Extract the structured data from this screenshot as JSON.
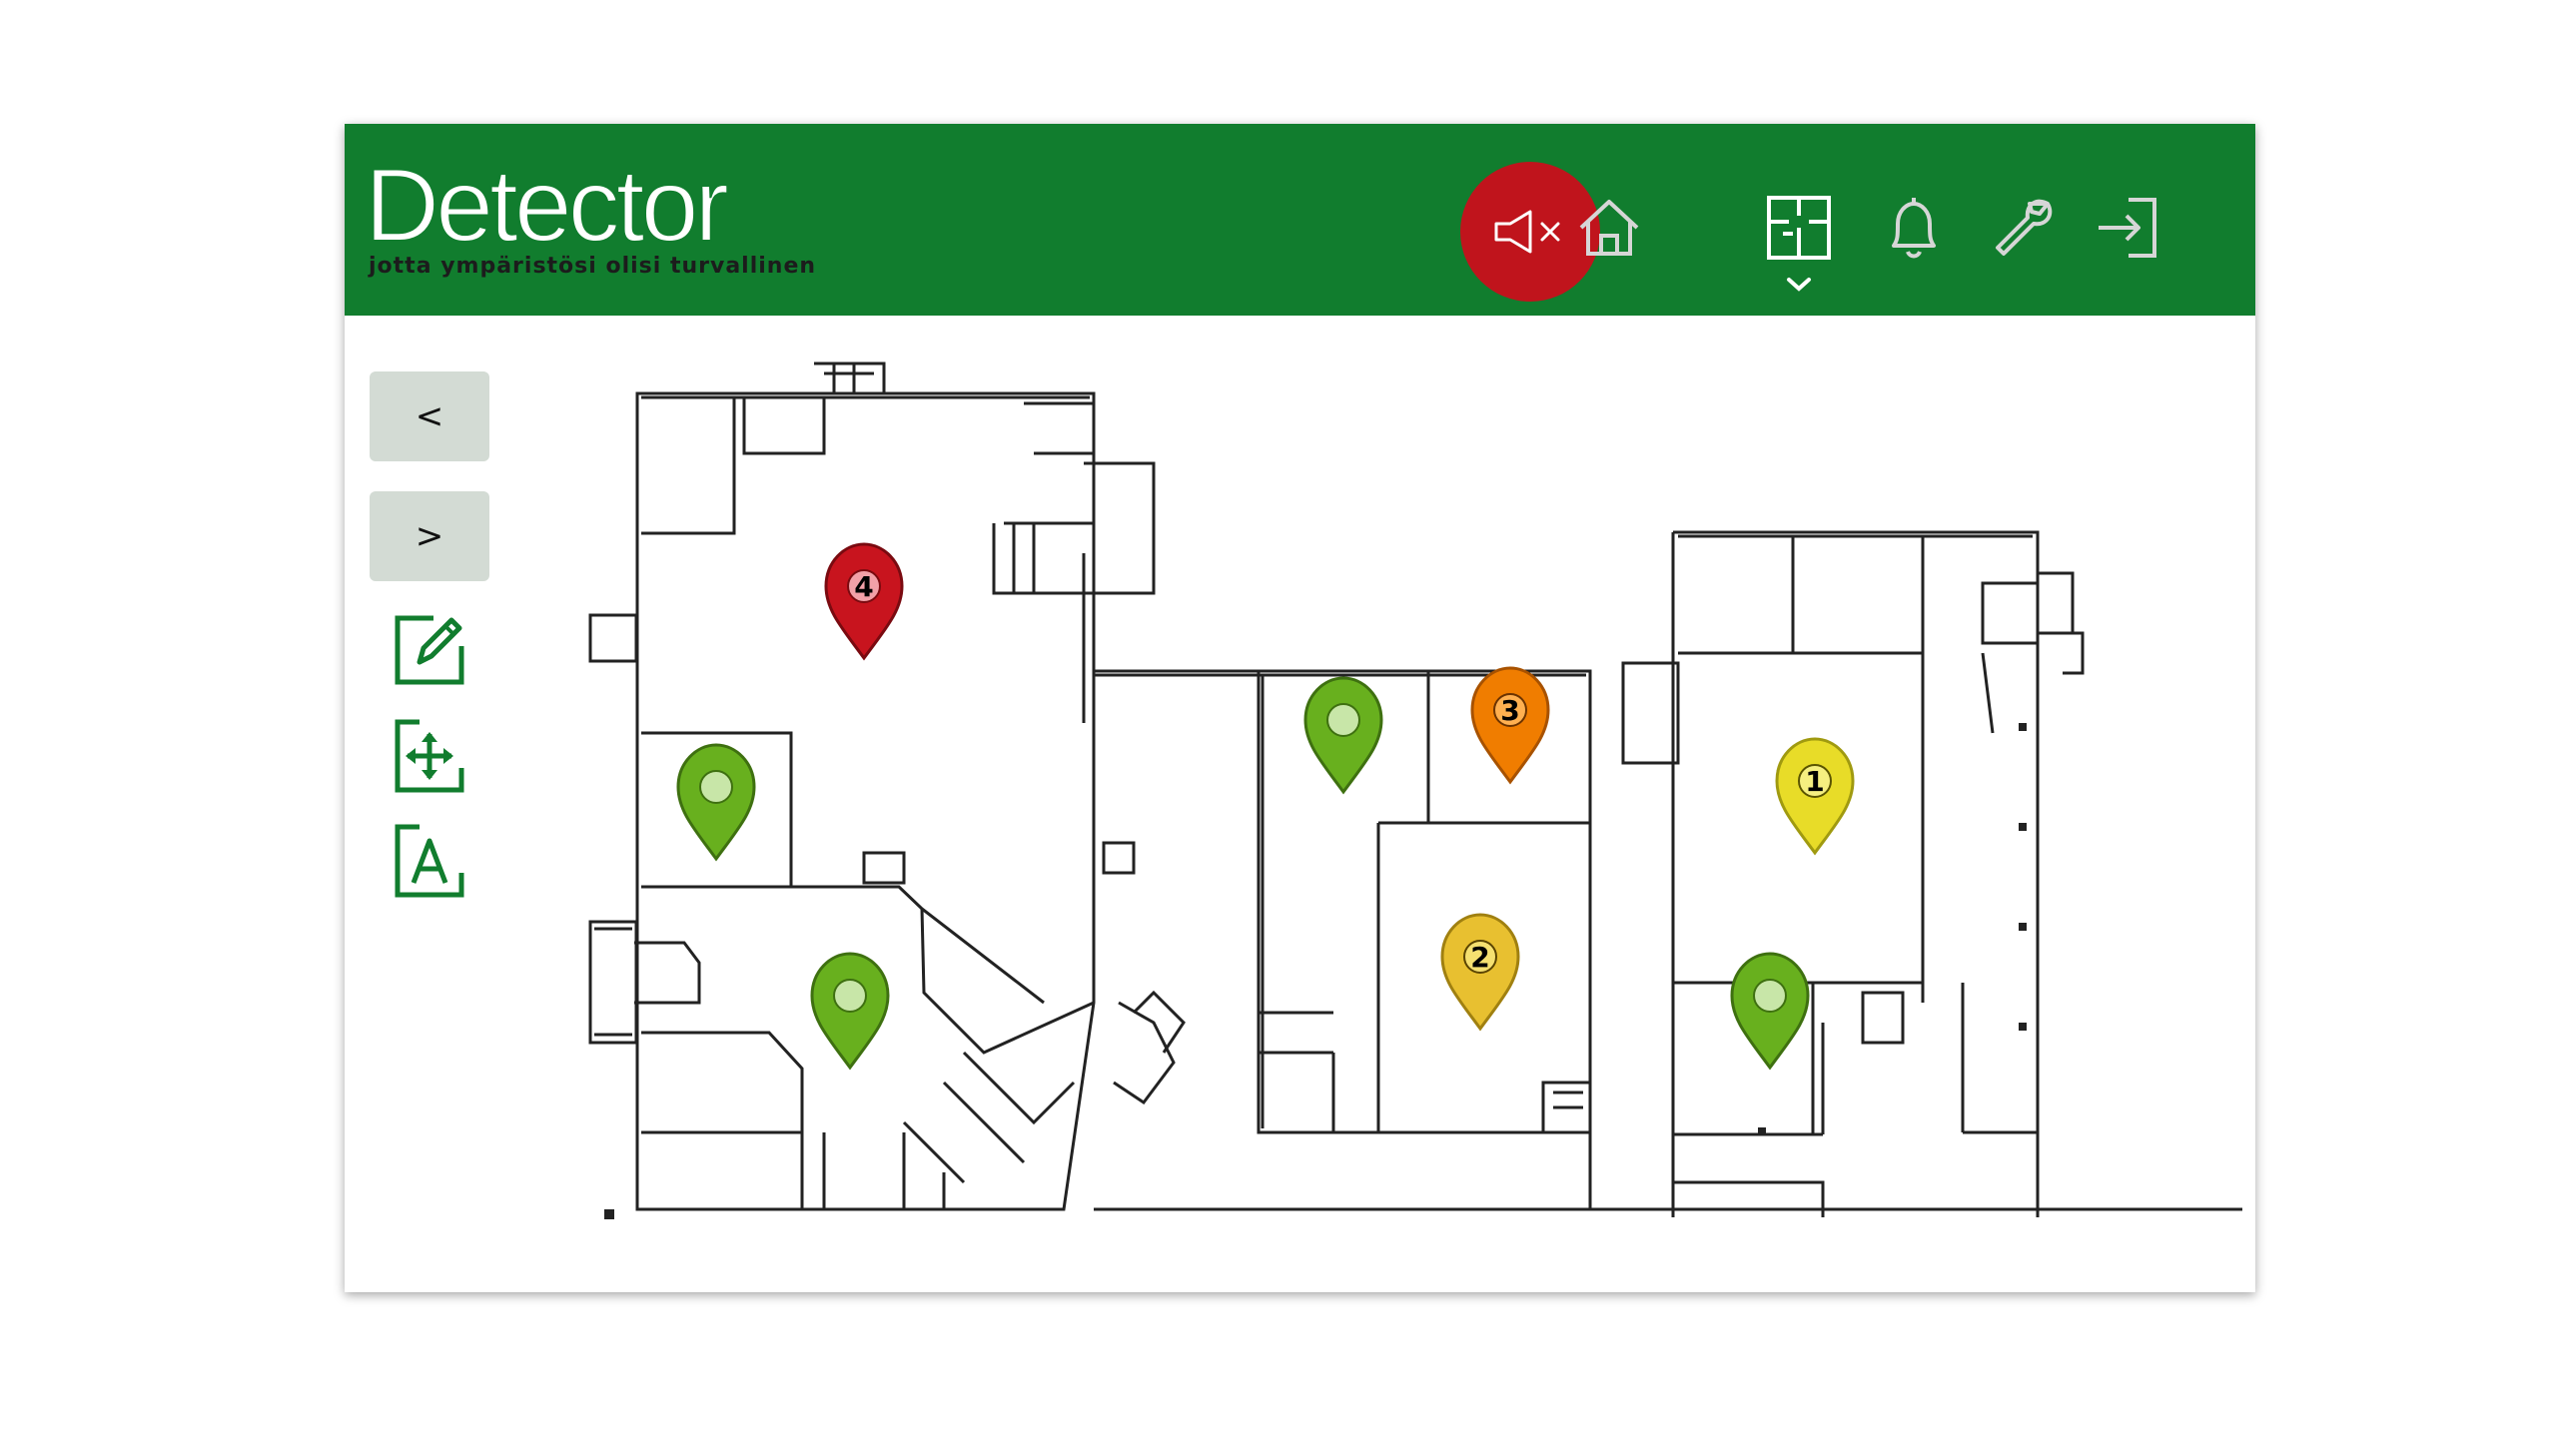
{
  "header": {
    "logo_text": "Detector",
    "logo_tagline": "jotta ympäristösi olisi turvallinen",
    "background_color": "#117d2e"
  },
  "nav": {
    "mute_icon": "speaker-mute-icon",
    "items": [
      {
        "icon": "home-icon",
        "active": false
      },
      {
        "icon": "floorplan-icon",
        "active": true
      },
      {
        "icon": "bell-icon",
        "active": false
      },
      {
        "icon": "wrench-icon",
        "active": false
      },
      {
        "icon": "logout-icon",
        "active": false
      }
    ],
    "mute_color": "#c0141c"
  },
  "sidebar": {
    "prev_label": "<",
    "next_label": ">",
    "tools": [
      "edit-icon",
      "move-icon",
      "text-icon"
    ]
  },
  "markers": [
    {
      "label": "4",
      "color": "#c8141e"
    },
    {
      "label": "3",
      "color": "#f07d00"
    },
    {
      "label": "2",
      "color": "#e8c030"
    },
    {
      "label": "1",
      "color": "#e8dc28"
    },
    {
      "label": "",
      "color": "#68b01e"
    },
    {
      "label": "",
      "color": "#68b01e"
    },
    {
      "label": "",
      "color": "#68b01e"
    },
    {
      "label": "",
      "color": "#68b01e"
    }
  ]
}
